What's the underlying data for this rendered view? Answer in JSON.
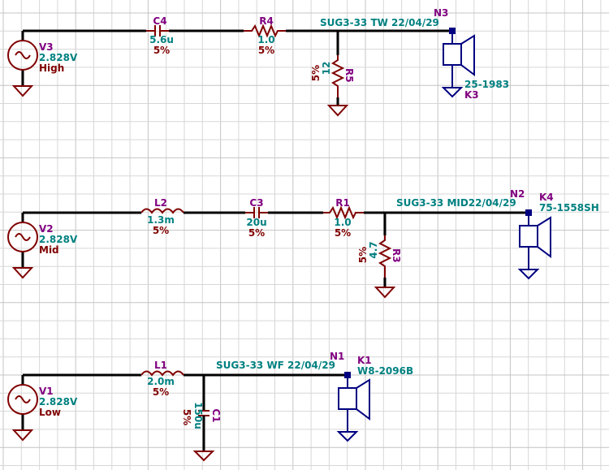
{
  "colors": {
    "background": "#ffffff",
    "grid_minor": "#d7d7d7",
    "grid_major": "#c4c4c4",
    "wire": "#000000",
    "symbol": "#800000",
    "reference": "#800080",
    "value": "#008080",
    "tolerance": "#800000",
    "speaker": "#000080"
  },
  "high": {
    "source": {
      "ref": "V3",
      "value": "2.828V",
      "label": "High"
    },
    "c4": {
      "ref": "C4",
      "value": "5.6u",
      "tol": "5%"
    },
    "r4": {
      "ref": "R4",
      "value": "1.0",
      "tol": "5%"
    },
    "r5": {
      "ref": "R5",
      "value": "12",
      "tol": "5%"
    },
    "net_label": "SUG3-33  TW 22/04/29",
    "node": "N3",
    "speaker": {
      "ref": "K3",
      "model": "25-1983"
    }
  },
  "mid": {
    "source": {
      "ref": "V2",
      "value": "2.828V",
      "label": "Mid"
    },
    "l2": {
      "ref": "L2",
      "value": "1.3m",
      "tol": "5%"
    },
    "c3": {
      "ref": "C3",
      "value": "20u",
      "tol": "5%"
    },
    "r1": {
      "ref": "R1",
      "value": "1.0",
      "tol": "5%"
    },
    "r3": {
      "ref": "R3",
      "value": "4.7",
      "tol": "5%"
    },
    "net_label": "SUG3-33  MID22/04/29",
    "node": "N2",
    "speaker": {
      "ref": "K4",
      "model": "75-1558SH"
    }
  },
  "low": {
    "source": {
      "ref": "V1",
      "value": "2.828V",
      "label": "Low"
    },
    "l1": {
      "ref": "L1",
      "value": "2.0m",
      "tol": "5%"
    },
    "c1": {
      "ref": "C1",
      "value": "150u",
      "tol": "5%"
    },
    "net_label": "SUG3-33  WF 22/04/29",
    "node": "N1",
    "speaker": {
      "ref": "K1",
      "model": "W8-2096B"
    }
  }
}
